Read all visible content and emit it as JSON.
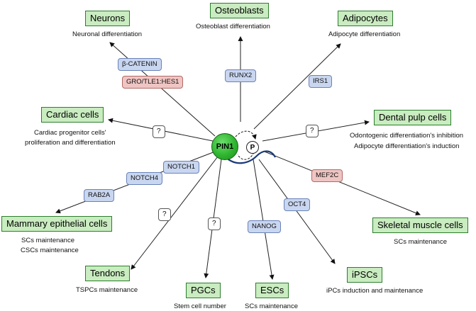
{
  "center": {
    "protein": "PIN1",
    "phospho": "P"
  },
  "targets": {
    "neurons": {
      "label": "Neurons",
      "caption": "Neuronal differentiation"
    },
    "osteoblasts": {
      "label": "Osteoblasts",
      "caption": "Osteoblast differentiation"
    },
    "adipocytes": {
      "label": "Adipocytes",
      "caption": "Adipocyte differentiation"
    },
    "cardiac": {
      "label": "Cardiac cells",
      "caption_line1": "Cardiac progenitor cells'",
      "caption_line2": "proliferation and differentiation"
    },
    "dental": {
      "label": "Dental pulp cells",
      "caption_line1": "Odontogenic differentiation's inhibition",
      "caption_line2": "Adipocyte differentiation's induction"
    },
    "mammary": {
      "label": "Mammary epithelial cells",
      "caption_line1": "SCs maintenance",
      "caption_line2": "CSCs maintenance"
    },
    "skeletal": {
      "label": "Skeletal muscle cells",
      "caption": "SCs maintenance"
    },
    "tendons": {
      "label": "Tendons",
      "caption": "TSPCs maintenance"
    },
    "pgcs": {
      "label": "PGCs",
      "caption": "Stem cell number"
    },
    "escs": {
      "label": "ESCs",
      "caption": "SCs maintenance"
    },
    "ipscs": {
      "label": "iPSCs",
      "caption": "iPCs induction and maintenance"
    }
  },
  "mediators": {
    "beta_catenin": "β-CATENIN",
    "gro_tle1_hes1": "GRO/TLE1:HES1",
    "runx2": "RUNX2",
    "irs1": "IRS1",
    "notch1": "NOTCH1",
    "notch4": "NOTCH4",
    "rab2a": "RAB2A",
    "mef2c": "MEF2C",
    "oct4": "OCT4",
    "nanog": "NANOG",
    "unknown_cardiac": "?",
    "unknown_dental": "?",
    "unknown_tendons": "?",
    "unknown_pgcs": "?"
  },
  "colors": {
    "target_fill": "#c9ecc0",
    "target_border": "#2e7d2e",
    "activator_fill": "#c9d6f0",
    "inhibitor_fill": "#efc5c3",
    "pin1_green": "#2fb52f"
  }
}
